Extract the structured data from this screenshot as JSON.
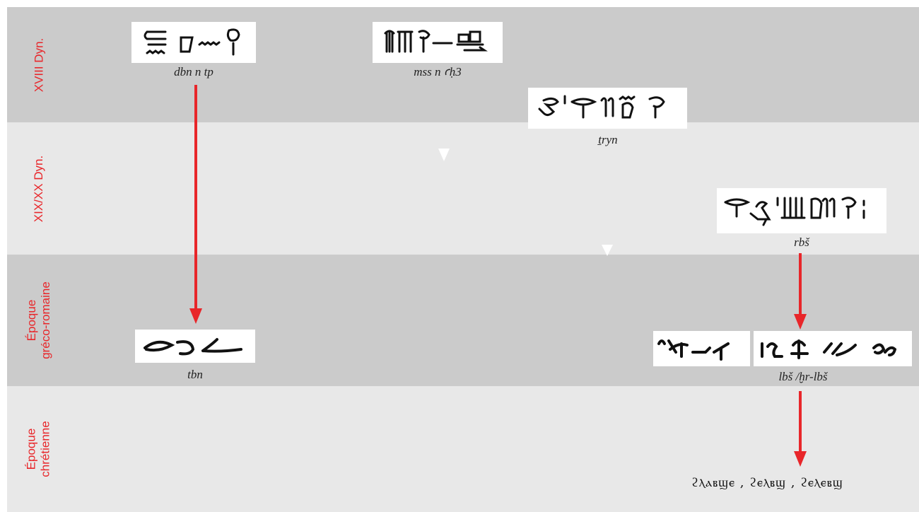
{
  "periods": {
    "p1": "XVIII Dyn.",
    "p2": "XIX/XX Dyn.",
    "p3_line1": "Époque",
    "p3_line2": "gréco-romaine",
    "p4_line1": "Époque",
    "p4_line2": "chrétienne"
  },
  "words": {
    "dbn": "dbn n tp",
    "mss": "mss n ꜥḥ3",
    "tryn": "ṯryn",
    "rbs": "rbš",
    "tbn": "tbn",
    "lbs": "lbš /ḫr-lbš",
    "coptic": "ϩⲗⲁⲃϣⲉ , ϩⲉⲗⲃϣ , ϩⲉⲗⲉⲃϣ"
  },
  "colors": {
    "accent": "#e8262a",
    "band_dark": "#cbcbcb",
    "band_light": "#e8e8e8"
  }
}
